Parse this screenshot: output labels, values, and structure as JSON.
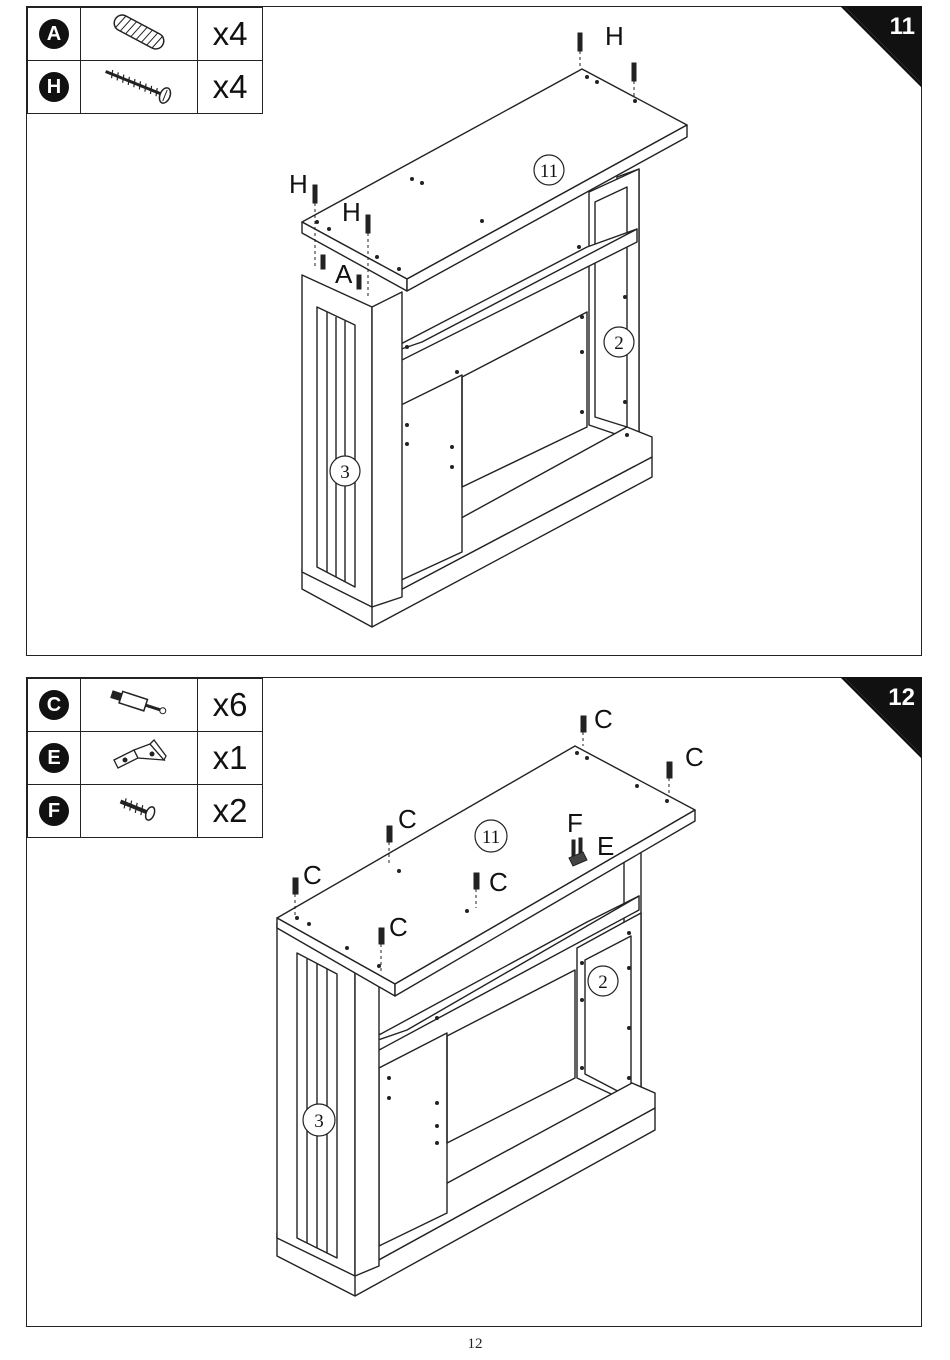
{
  "steps": [
    {
      "number": "11",
      "parts": [
        {
          "letter": "A",
          "icon": "wooden-dowel-icon",
          "qty": "x4"
        },
        {
          "letter": "H",
          "icon": "long-screw-icon",
          "qty": "x4"
        }
      ],
      "callouts": {
        "h1": "H",
        "h2": "H",
        "h3": "H",
        "a": "A"
      },
      "panel_labels": {
        "top": "11",
        "side_right": "2",
        "side_left": "3"
      }
    },
    {
      "number": "12",
      "parts": [
        {
          "letter": "C",
          "icon": "cam-bolt-icon",
          "qty": "x6"
        },
        {
          "letter": "E",
          "icon": "angle-bracket-icon",
          "qty": "x1"
        },
        {
          "letter": "F",
          "icon": "short-screw-icon",
          "qty": "x2"
        }
      ],
      "callouts": {
        "c1": "C",
        "c2": "C",
        "c3": "C",
        "c4": "C",
        "c5": "C",
        "c6": "C",
        "f": "F",
        "e": "E"
      },
      "panel_labels": {
        "top": "11",
        "side_right": "2",
        "side_left": "3"
      }
    }
  ],
  "page_number": "12"
}
